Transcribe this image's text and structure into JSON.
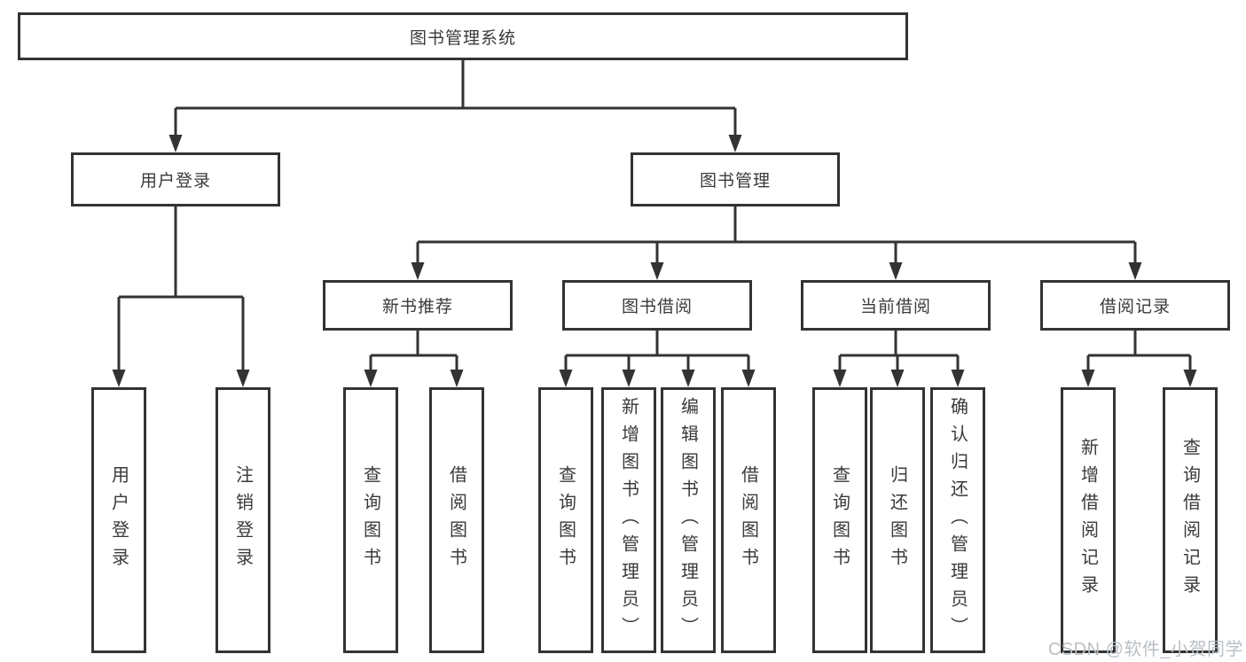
{
  "diagram": {
    "title": "图书管理系统",
    "root": {
      "label": "图书管理系统"
    },
    "branches": [
      {
        "label": "用户登录",
        "children": [
          {
            "label": "用户登录"
          },
          {
            "label": "注销登录"
          }
        ]
      },
      {
        "label": "图书管理",
        "children": [
          {
            "label": "新书推荐",
            "children": [
              {
                "label": "查询图书"
              },
              {
                "label": "借阅图书"
              }
            ]
          },
          {
            "label": "图书借阅",
            "children": [
              {
                "label": "查询图书"
              },
              {
                "label": "新增图书（管理员）"
              },
              {
                "label": "编辑图书（管理员）"
              },
              {
                "label": "借阅图书"
              }
            ]
          },
          {
            "label": "当前借阅",
            "children": [
              {
                "label": "查询图书"
              },
              {
                "label": "归还图书"
              },
              {
                "label": "确认归还（管理员）"
              }
            ]
          },
          {
            "label": "借阅记录",
            "children": [
              {
                "label": "新增借阅记录"
              },
              {
                "label": "查询借阅记录"
              }
            ]
          }
        ]
      }
    ]
  },
  "watermark": {
    "text": "CSDN @软件_小贺同学"
  },
  "colors": {
    "line": "#333333",
    "text": "#3a3a3a",
    "background": "#ffffff",
    "watermark": "#b9bfc4"
  }
}
